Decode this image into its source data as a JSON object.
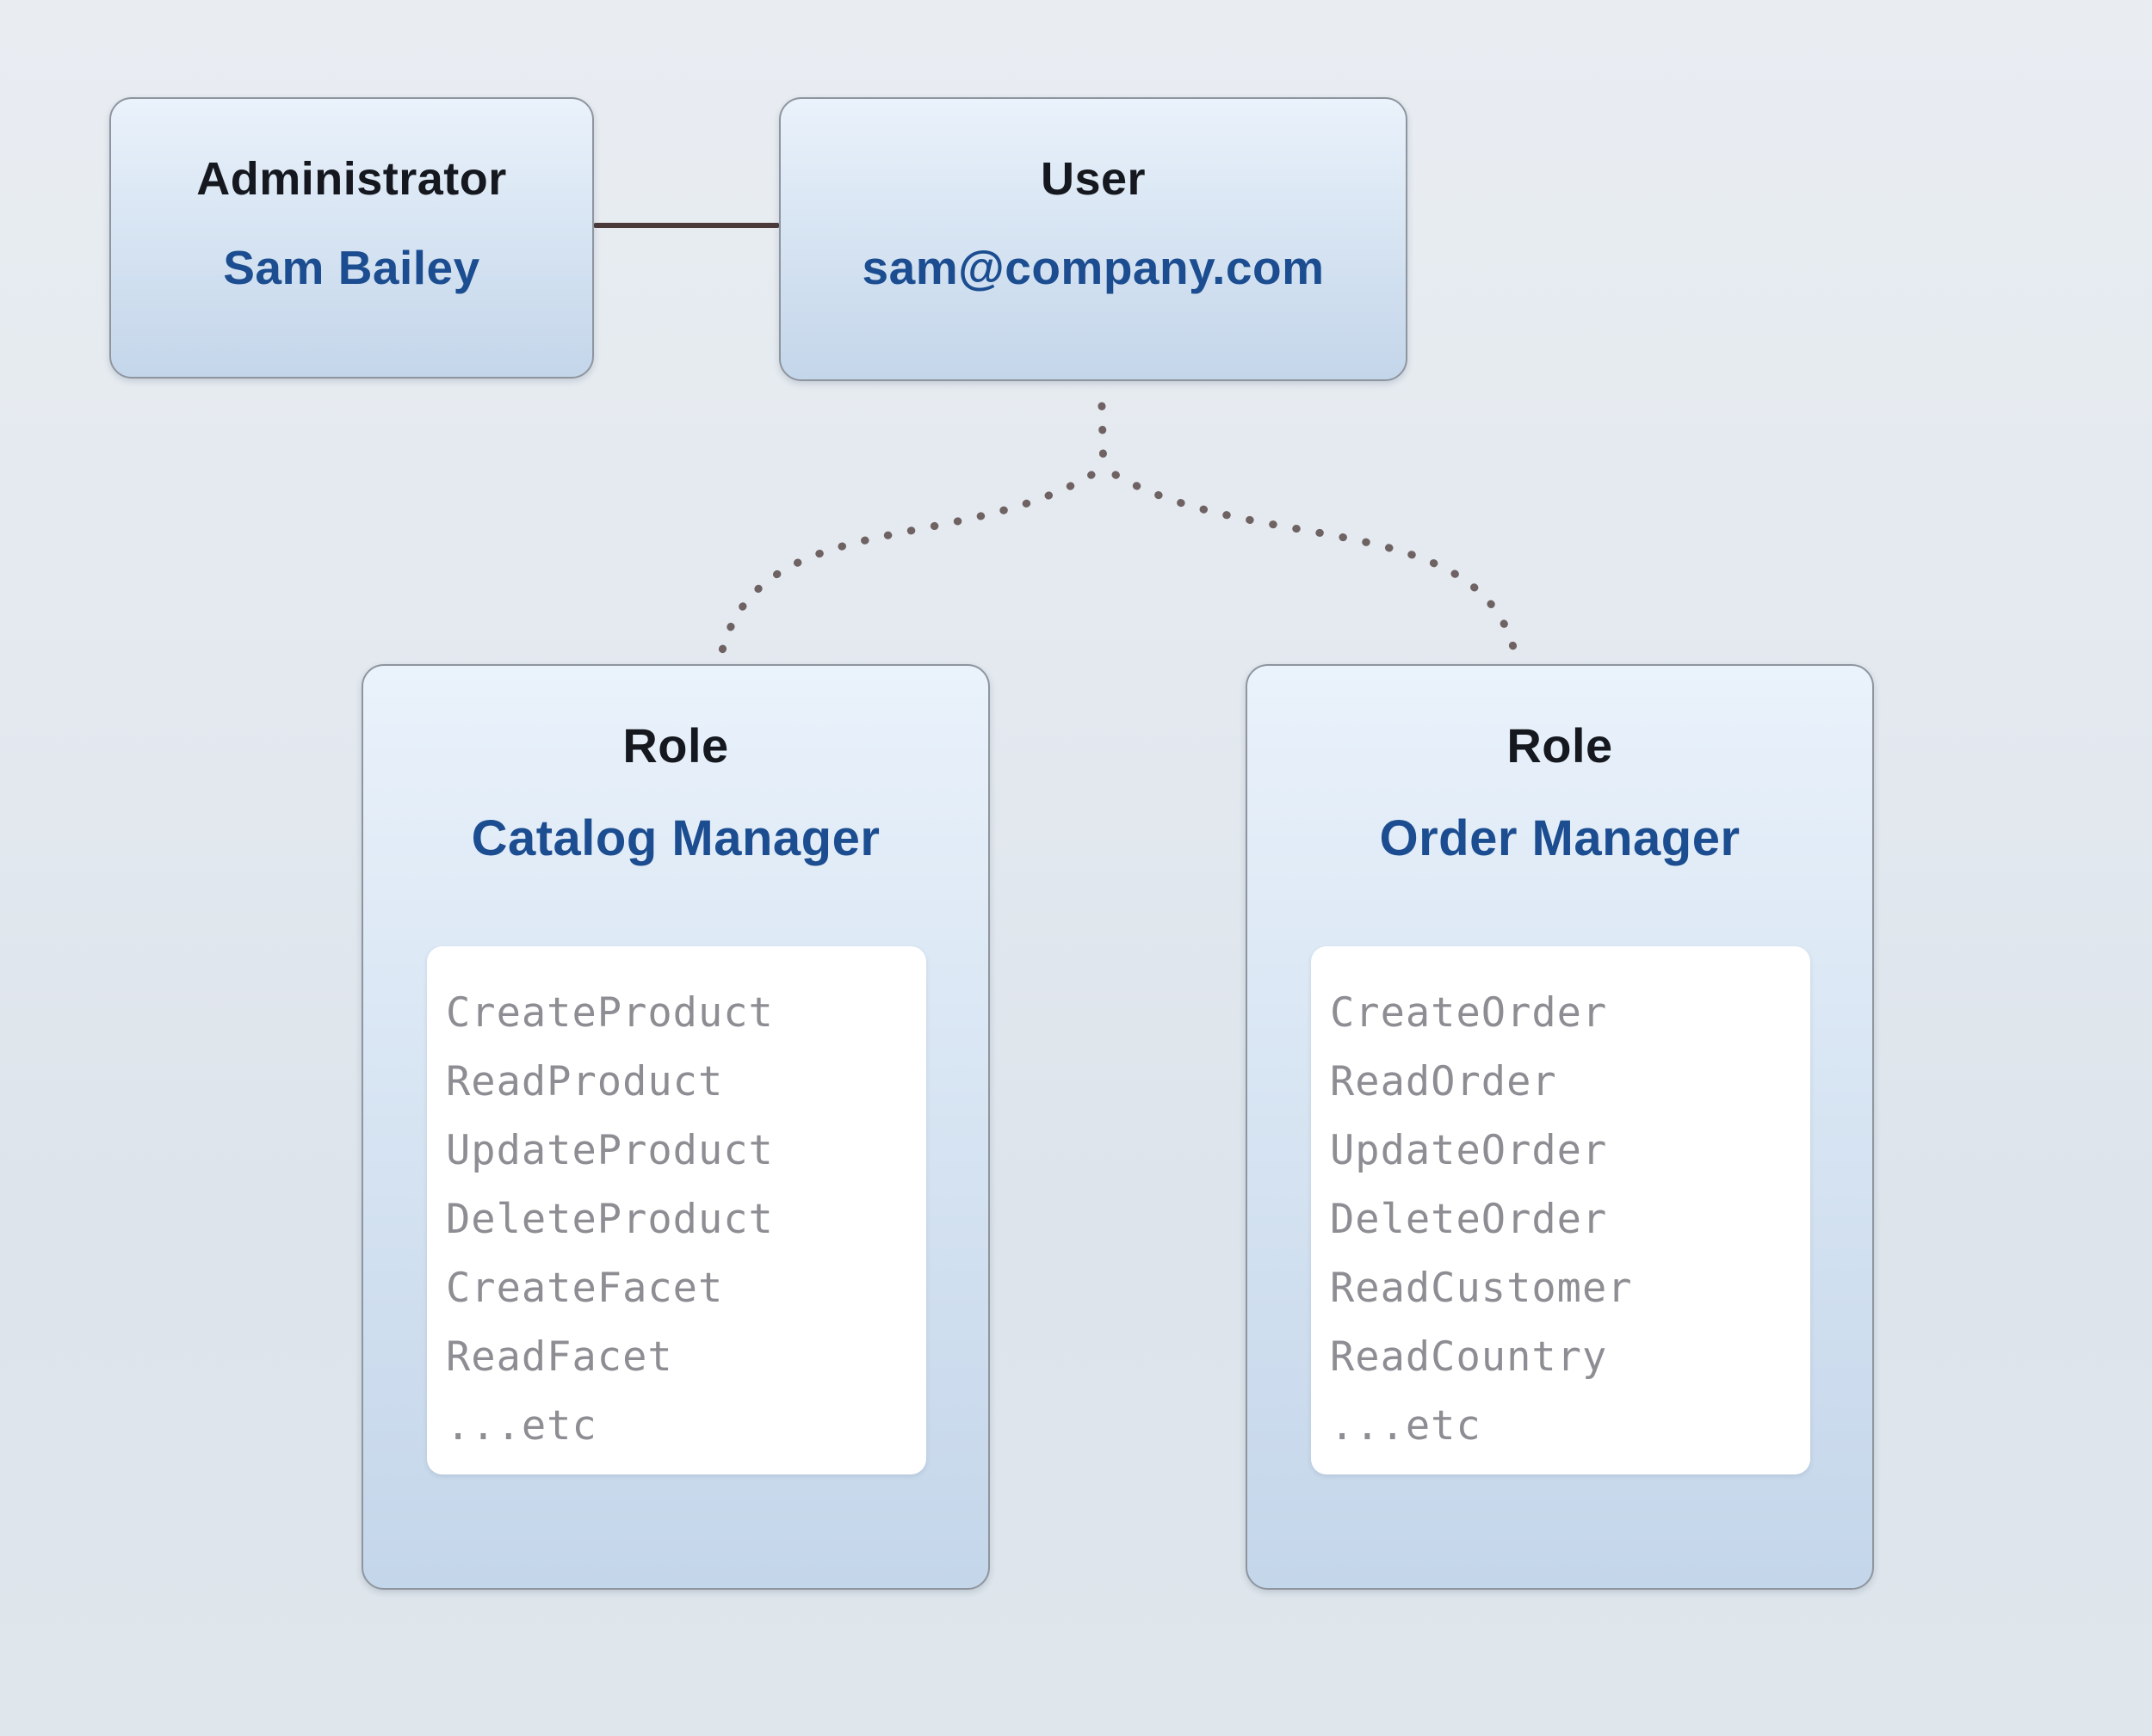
{
  "administrator": {
    "title": "Administrator",
    "subtitle": "Sam Bailey"
  },
  "user": {
    "title": "User",
    "subtitle": "sam@company.com"
  },
  "roles": [
    {
      "title": "Role",
      "subtitle": "Catalog Manager",
      "permissions": [
        "CreateProduct",
        "ReadProduct",
        "UpdateProduct",
        "DeleteProduct",
        "CreateFacet",
        "ReadFacet",
        "...etc"
      ]
    },
    {
      "title": "Role",
      "subtitle": "Order Manager",
      "permissions": [
        "CreateOrder",
        "ReadOrder",
        "UpdateOrder",
        "DeleteOrder",
        "ReadCustomer",
        "ReadCountry",
        "...etc"
      ]
    }
  ],
  "colors": {
    "subtitle_blue": "#1b4d90",
    "title_dark": "#15181e",
    "permission_gray": "#8d8d93",
    "solid_link": "#4a3a3a",
    "dotted_link": "#6f6262",
    "node_border": "#8f959e"
  }
}
